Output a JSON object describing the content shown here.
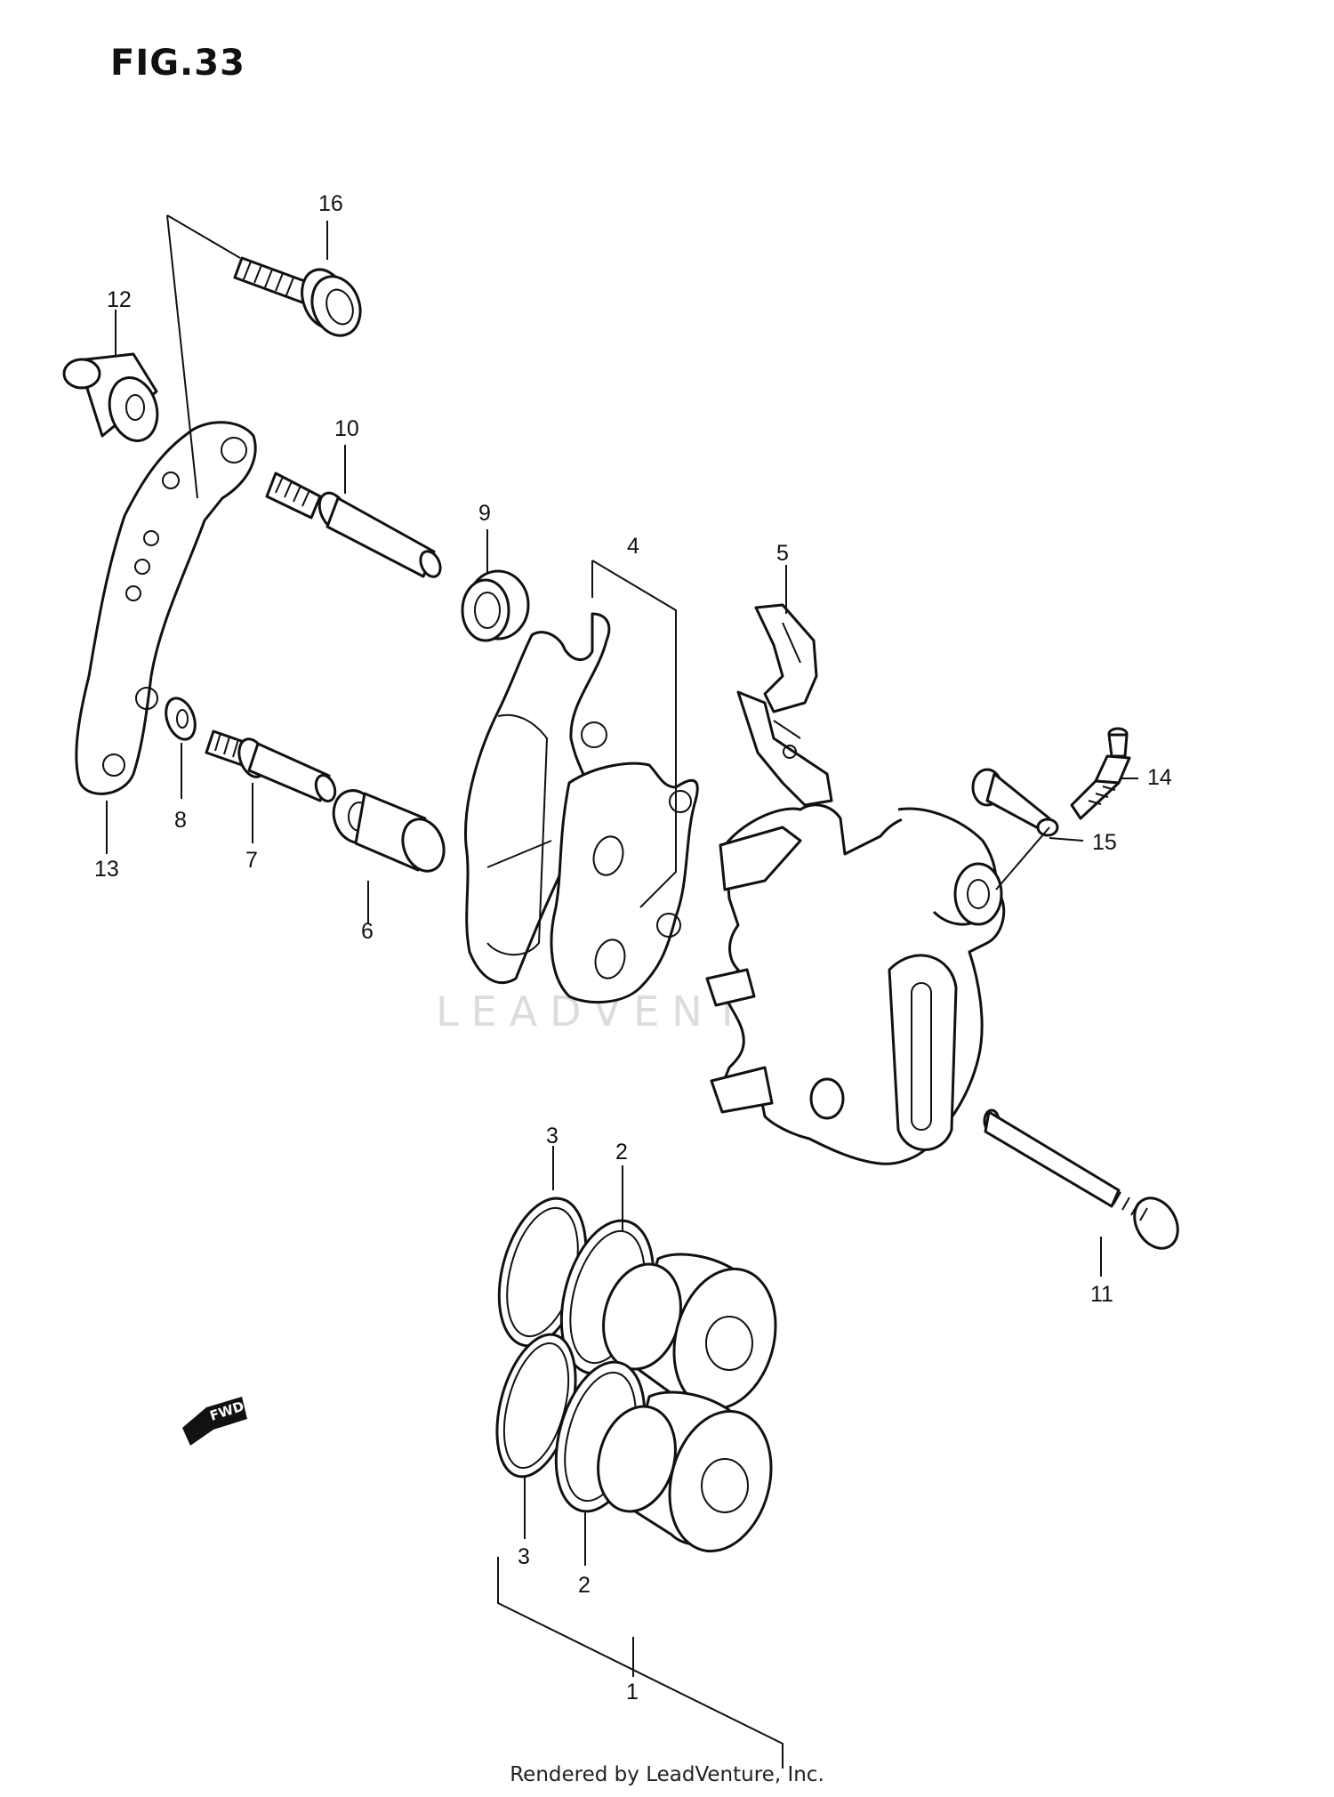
{
  "title": "FIG.33",
  "footer": "Rendered by LeadVenture, Inc.",
  "watermark": "LEADVENTURE",
  "fwd_label": "FWD",
  "callouts": [
    {
      "id": "c1",
      "label": "1"
    },
    {
      "id": "c2a",
      "label": "2"
    },
    {
      "id": "c2b",
      "label": "2"
    },
    {
      "id": "c3a",
      "label": "3"
    },
    {
      "id": "c3b",
      "label": "3"
    },
    {
      "id": "c4",
      "label": "4"
    },
    {
      "id": "c5",
      "label": "5"
    },
    {
      "id": "c6",
      "label": "6"
    },
    {
      "id": "c7",
      "label": "7"
    },
    {
      "id": "c8",
      "label": "8"
    },
    {
      "id": "c9",
      "label": "9"
    },
    {
      "id": "c10",
      "label": "10"
    },
    {
      "id": "c11",
      "label": "11"
    },
    {
      "id": "c12",
      "label": "12"
    },
    {
      "id": "c13",
      "label": "13"
    },
    {
      "id": "c14",
      "label": "14"
    },
    {
      "id": "c15",
      "label": "15"
    },
    {
      "id": "c16",
      "label": "16"
    }
  ]
}
